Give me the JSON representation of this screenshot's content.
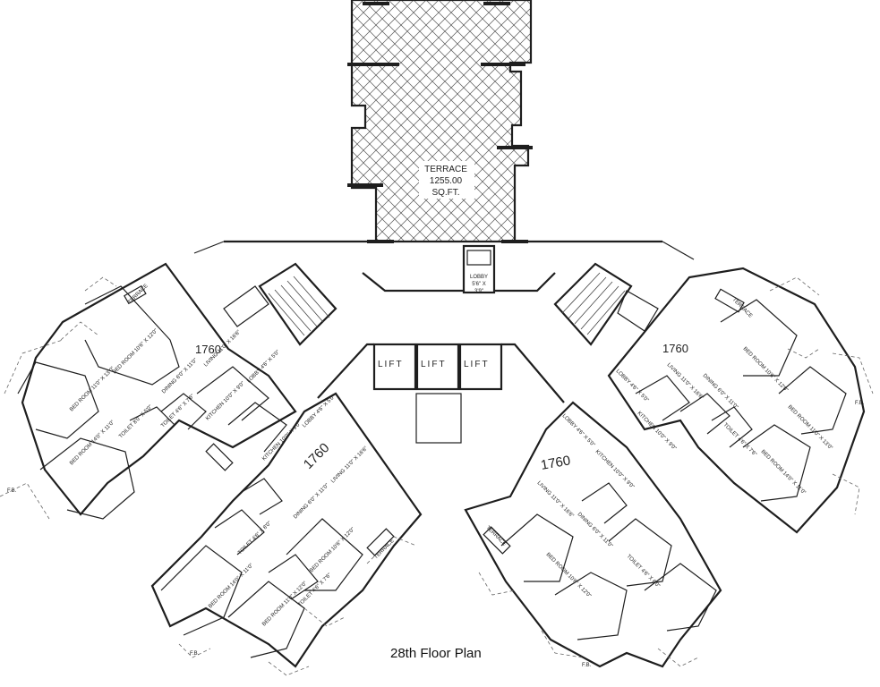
{
  "plan_title": "28th Floor Plan",
  "terrace": {
    "line1": "TERRACE",
    "line2": "1255.00",
    "line3": "SQ.FT."
  },
  "lobby_main": {
    "label": "LOBBY",
    "dim1": "5'6\" X",
    "dim2": "3'9\""
  },
  "lifts": [
    "LIFT",
    "LIFT",
    "LIFT"
  ],
  "units": {
    "top_left": {
      "area": "1760",
      "living": "LIVING 11'0\" X 16'6\"",
      "dining": "DINING 6'0\" X 11'0\"",
      "kitchen": "KITCHEN 10'0\" X 9'0\"",
      "lobby": "LOBBY 4'6\" X 5'0\"",
      "bed1": "BED ROOM 10'6\" X 12'0\"",
      "bed2": "BED ROOM 11'0\" X 13'0\"",
      "bed3": "BED ROOM 14'0\" X 11'0\"",
      "toilet1": "TOILET 4'6\" X 7'6\"",
      "toilet2": "TOILET 8'0\" X 5'0\"",
      "terrace": "TERRACE",
      "fb": "F.B."
    },
    "bottom_left": {
      "area": "1760",
      "living": "LIVING 11'0\" X 16'6\"",
      "dining": "DINING 6'0\" X 11'0\"",
      "kitchen": "KITCHEN 10'0\" X 9'0\"",
      "lobby": "LOBBY 4'6\" X 5'0\"",
      "bed1": "BED ROOM 10'6\" X 12'0\"",
      "bed2": "BED ROOM 11'0\" X 12'0\"",
      "bed3": "BED ROOM 14'0\" X 11'0\"",
      "toilet1": "TOILET 4'6\" X 8'0\"",
      "toilet2": "TOILET 4'6\" X 7'6\"",
      "terrace": "TERRACE",
      "fb": "F.B."
    },
    "top_right": {
      "area": "1760",
      "living": "LIVING 11'0\" X 16'6\"",
      "dining": "DINING 6'0\" X 11'0\"",
      "kitchen": "KITCHEN 10'0\" X 9'0\"",
      "lobby": "LOBBY 4'6\" X 5'0\"",
      "bed1": "BED ROOM 10'6\" X 12'0\"",
      "bed2": "BED ROOM 11'0\" X 13'0\"",
      "bed3": "BED ROOM 14'0\" X 11'0\"",
      "toilet1": "TOILET 4'6\" X 7'6\"",
      "terrace": "TERRACE",
      "fb": "F.B."
    },
    "bottom_right": {
      "area": "1760",
      "living": "LIVING 11'0\" X 16'6\"",
      "dining": "DINING 6'0\" X 11'0\"",
      "kitchen": "KITCHEN 10'0\" X 9'0\"",
      "lobby": "LOBBY 4'6\" X 5'0\"",
      "bed1": "BED ROOM 10'6\" X 12'0\"",
      "toilet1": "TOILET 4'6\" X 8'0\"",
      "terrace": "TERRACE",
      "fb": "F.B."
    }
  }
}
